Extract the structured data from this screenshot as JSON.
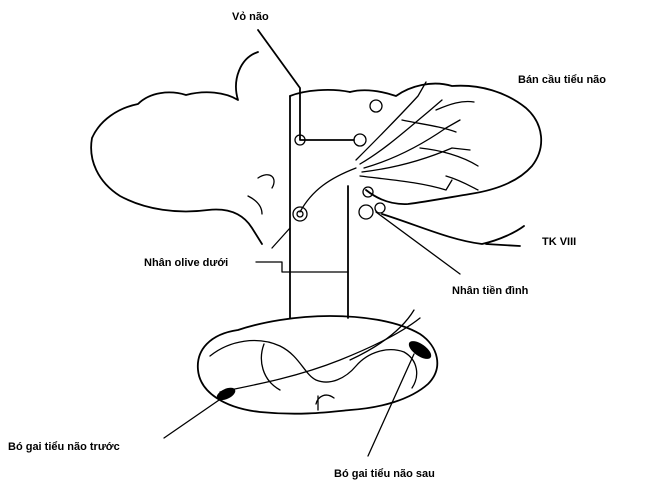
{
  "labels": {
    "cortex": "Vỏ não",
    "cerebellar_hemisphere": "Bán cầu tiểu não",
    "vestibular_nerve": "TK VIII",
    "inferior_olive": "Nhân olive dưới",
    "vestibular_nucleus": "Nhân tiền đình",
    "anterior_spinocerebellar": "Bó gai tiểu não trước",
    "posterior_spinocerebellar": "Bó gai tiểu não sau"
  },
  "colors": {
    "ink": "#000000",
    "paper": "#ffffff"
  }
}
